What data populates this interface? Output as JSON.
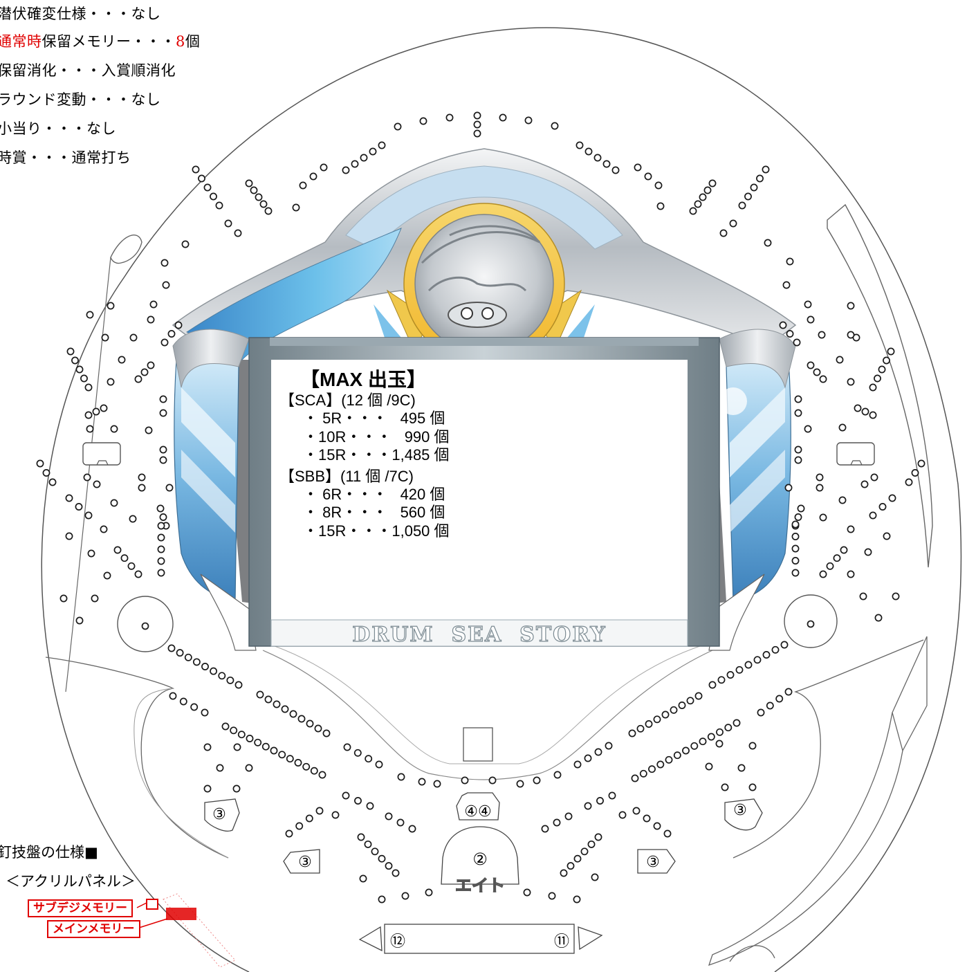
{
  "spec_lines": [
    {
      "text": "潜伏確変仕様・・・なし",
      "prefix": "",
      "count": ""
    },
    {
      "text": "保留メモリー・・・",
      "prefix": "通常時",
      "count": "8",
      "suffix": "個"
    },
    {
      "text": "保留消化・・・入賞順消化",
      "prefix": "",
      "count": ""
    },
    {
      "text": "ラウンド変動・・・なし",
      "prefix": "",
      "count": ""
    },
    {
      "text": "小当り・・・なし",
      "prefix": "",
      "count": ""
    },
    {
      "text": "時賞・・・通常打ち",
      "prefix": "",
      "count": ""
    }
  ],
  "payout": {
    "title": "【MAX 出玉】",
    "groups": [
      {
        "header": "【SCA】(12 個 /9C)",
        "rows": [
          "・ 5R・・・   495 個",
          "・10R・・・   990 個",
          "・15R・・・1,485 個"
        ]
      },
      {
        "header": "【SBB】(11 個 /7C)",
        "rows": [
          "・ 6R・・・   420 個",
          "・ 8R・・・   560 個",
          "・15R・・・1,050 個"
        ]
      }
    ]
  },
  "screen_logo": "DRUM  SEA  STORY",
  "pockets": {
    "left_upper": "③",
    "left_lower": "③",
    "right_upper": "③",
    "right_lower": "③",
    "center_top": "④④",
    "center_main": "②",
    "center_logo": "エイト",
    "bottom_left": "⑫",
    "bottom_right": "⑪"
  },
  "panel_spec": {
    "heading": "釘技盤の仕様■",
    "subheading": "＜アクリルパネル＞",
    "sub_memory_label": "サブデジメモリー",
    "main_memory_label": "メインメモリー"
  },
  "colors": {
    "accent_red": "#e00000",
    "blue_deep": "#3a86c8",
    "blue_light": "#bfe2f7",
    "gold": "#f3c545",
    "silver": "#b9bec4",
    "frame_gray": "#7f8e96"
  }
}
